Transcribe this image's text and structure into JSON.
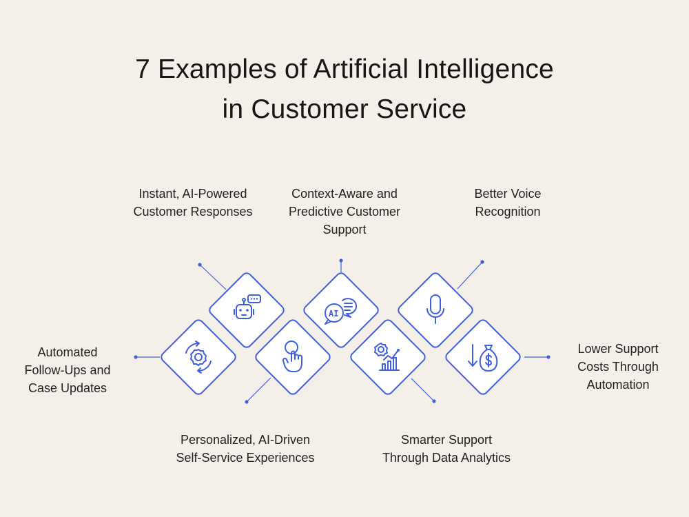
{
  "title": {
    "line1": "7 Examples of Artificial Intelligence",
    "line2": "in Customer Service"
  },
  "items": [
    {
      "id": "instant-responses",
      "icon": "chatbot-robot-icon",
      "lines": [
        "Instant, AI-Powered",
        "Customer Responses"
      ]
    },
    {
      "id": "context-aware",
      "icon": "ai-chat-bubbles-icon",
      "lines": [
        "Context-Aware and",
        "Predictive Customer",
        "Support"
      ]
    },
    {
      "id": "voice-recognition",
      "icon": "microphone-icon",
      "lines": [
        "Better Voice",
        "Recognition"
      ]
    },
    {
      "id": "follow-ups",
      "icon": "gear-cycle-icon",
      "lines": [
        "Automated",
        "Follow-Ups and",
        "Case Updates"
      ]
    },
    {
      "id": "self-service",
      "icon": "touch-gear-icon",
      "lines": [
        "Personalized, AI-Driven",
        "Self-Service Experiences"
      ]
    },
    {
      "id": "data-analytics",
      "icon": "analytics-gear-chart-icon",
      "lines": [
        "Smarter Support",
        "Through Data Analytics"
      ]
    },
    {
      "id": "lower-costs",
      "icon": "money-bag-down-arrow-icon",
      "lines": [
        "Lower Support",
        "Costs Through",
        "Automation"
      ]
    }
  ],
  "icon_text": {
    "ai": "AI"
  },
  "colors": {
    "accent": "#3f5fdc",
    "background": "#f4efe9",
    "tile": "#ffffff"
  }
}
